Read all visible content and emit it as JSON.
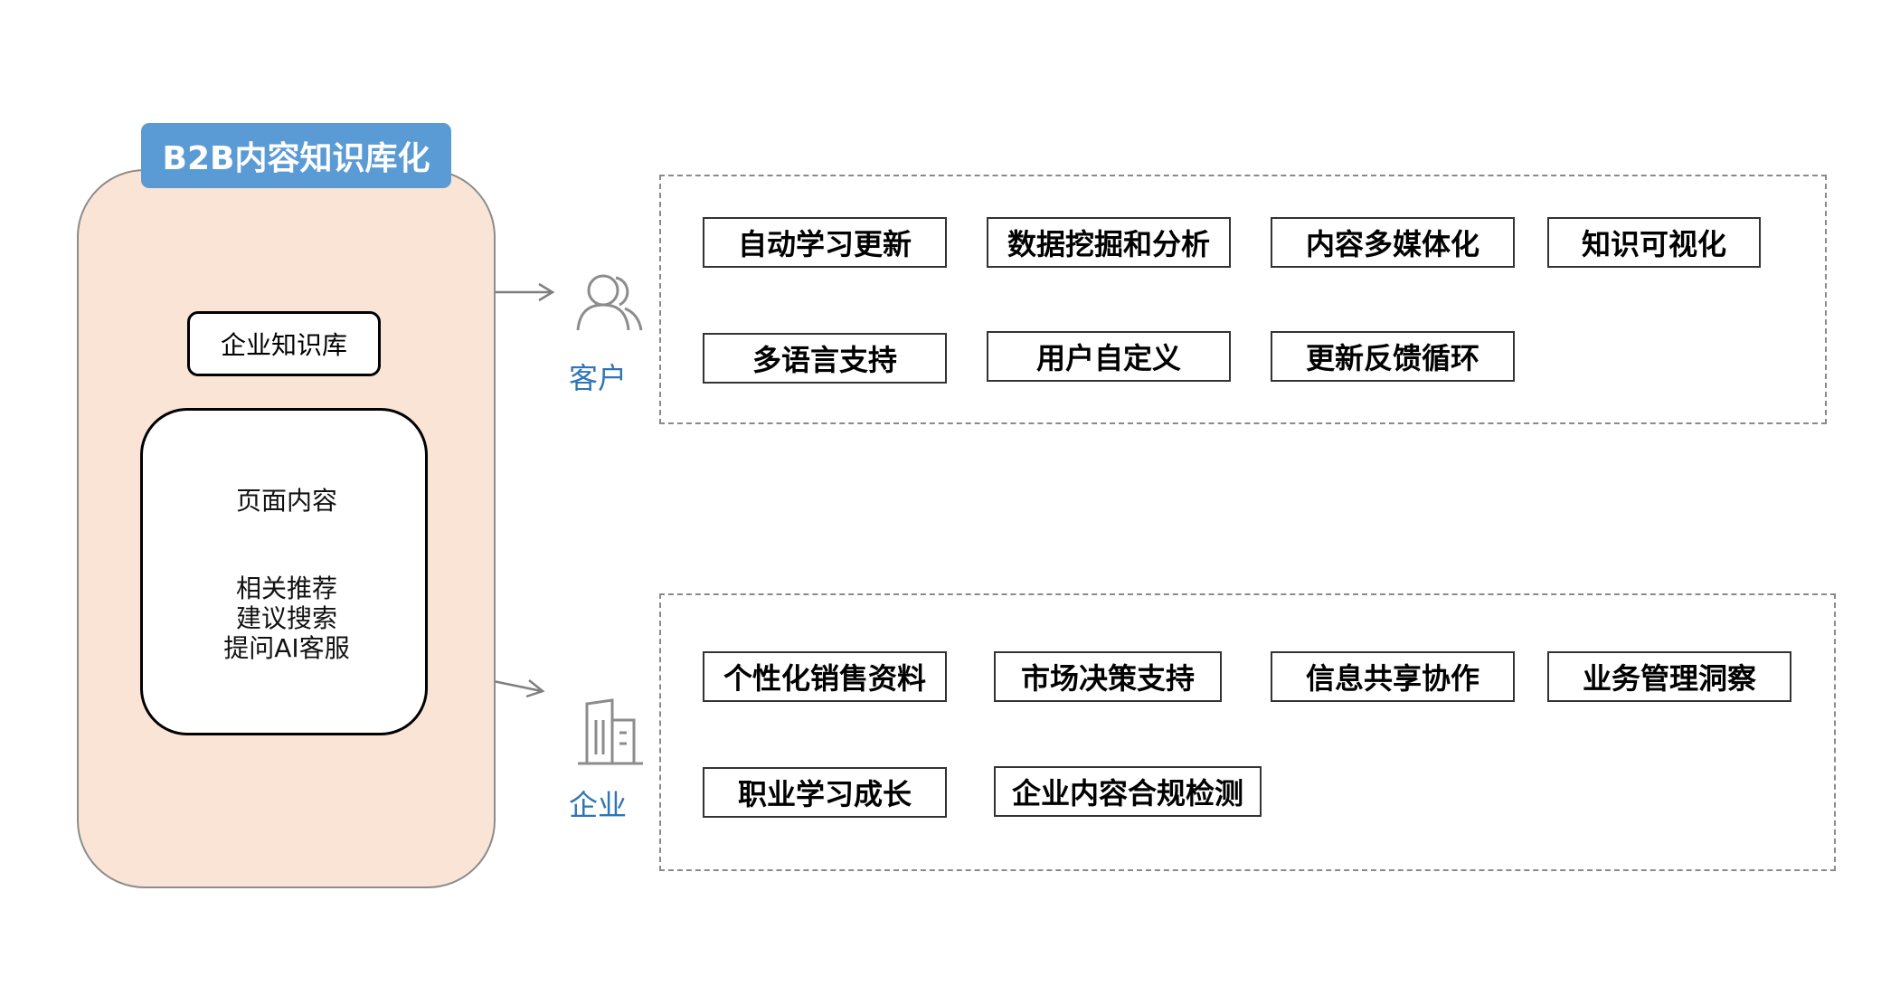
{
  "knowledge_base": {
    "title": "B2B内容知识库化",
    "library_label": "企业知识库",
    "content_block": {
      "page_content": "页面内容",
      "line1": "相关推荐",
      "line2": "建议搜索",
      "line3": "提问AI客服"
    }
  },
  "customer": {
    "label": "客户",
    "icon": "users-icon",
    "features": [
      "自动学习更新",
      "数据挖掘和分析",
      "内容多媒体化",
      "知识可视化",
      "多语言支持",
      "用户自定义",
      "更新反馈循环"
    ]
  },
  "enterprise": {
    "label": "企业",
    "icon": "building-icon",
    "features": [
      "个性化销售资料",
      "市场决策支持",
      "信息共享协作",
      "业务管理洞察",
      "职业学习成长",
      "企业内容合规检测"
    ]
  },
  "colors": {
    "panel_fill": "#fae4d6",
    "title_fill": "#5b9bd5",
    "actor_text": "#2e75b6"
  }
}
